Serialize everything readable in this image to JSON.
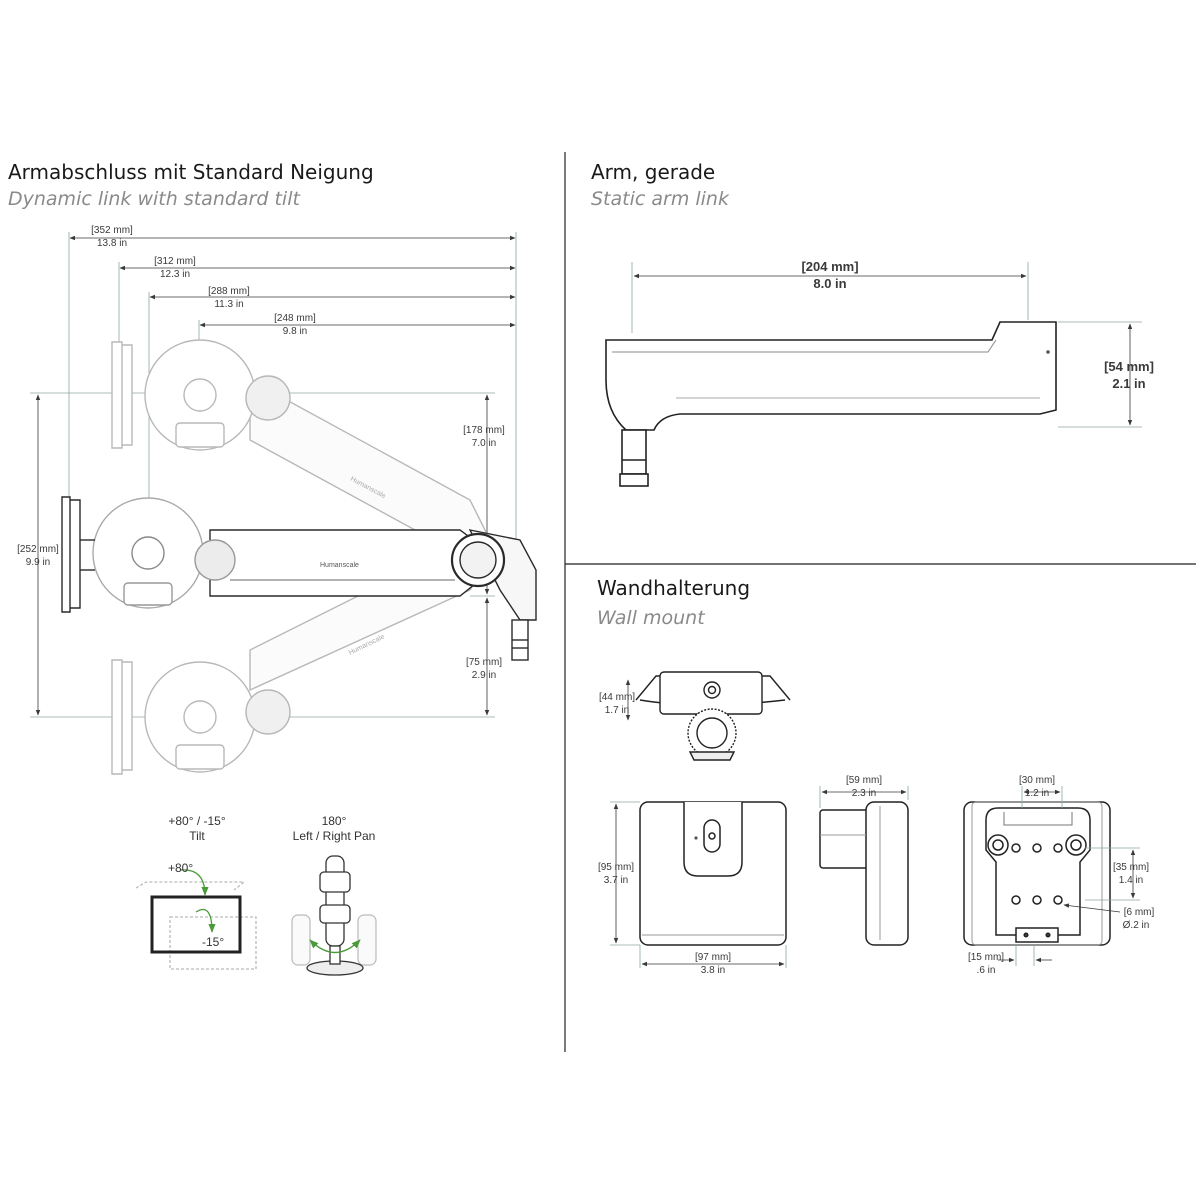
{
  "sections": {
    "dynamic": {
      "title_de": "Armabschluss mit Standard Neigung",
      "title_en": "Dynamic link with standard tilt"
    },
    "static": {
      "title_de": "Arm, gerade",
      "title_en": "Static arm link"
    },
    "wall": {
      "title_de": "Wandhalterung",
      "title_en": "Wall mount"
    }
  },
  "dynamic_dims": {
    "d352_mm": "[352 mm]",
    "d352_in": "13.8 in",
    "d312_mm": "[312 mm]",
    "d312_in": "12.3 in",
    "d288_mm": "[288 mm]",
    "d288_in": "11.3 in",
    "d248_mm": "[248 mm]",
    "d248_in": "9.8 in",
    "d178_mm": "[178 mm]",
    "d178_in": "7.0 in",
    "d252_mm": "[252 mm]",
    "d252_in": "9.9 in",
    "d75_mm": "[75 mm]",
    "d75_in": "2.9 in"
  },
  "brand": "Humanscale",
  "tilt": {
    "range": "+80° / -15°",
    "label": "Tilt",
    "up": "+80°",
    "down": "-15°"
  },
  "pan": {
    "range": "180°",
    "label": "Left / Right Pan"
  },
  "static_dims": {
    "d204_mm": "[204 mm]",
    "d204_in": "8.0 in",
    "d54_mm": "[54 mm]",
    "d54_in": "2.1 in"
  },
  "wall_dims": {
    "d44_mm": "[44 mm]",
    "d44_in": "1.7 in",
    "d59_mm": "[59 mm]",
    "d59_in": "2.3 in",
    "d30_mm": "[30 mm]",
    "d30_in": "1.2 in",
    "d95_mm": "[95 mm]",
    "d95_in": "3.7 in",
    "d35_mm": "[35 mm]",
    "d35_in": "1.4 in",
    "d6_mm": "[6 mm]",
    "d6_in": "Ø.2 in",
    "d97_mm": "[97 mm]",
    "d97_in": "3.8 in",
    "d15_mm": "[15 mm]",
    "d15_in": ".6 in"
  }
}
